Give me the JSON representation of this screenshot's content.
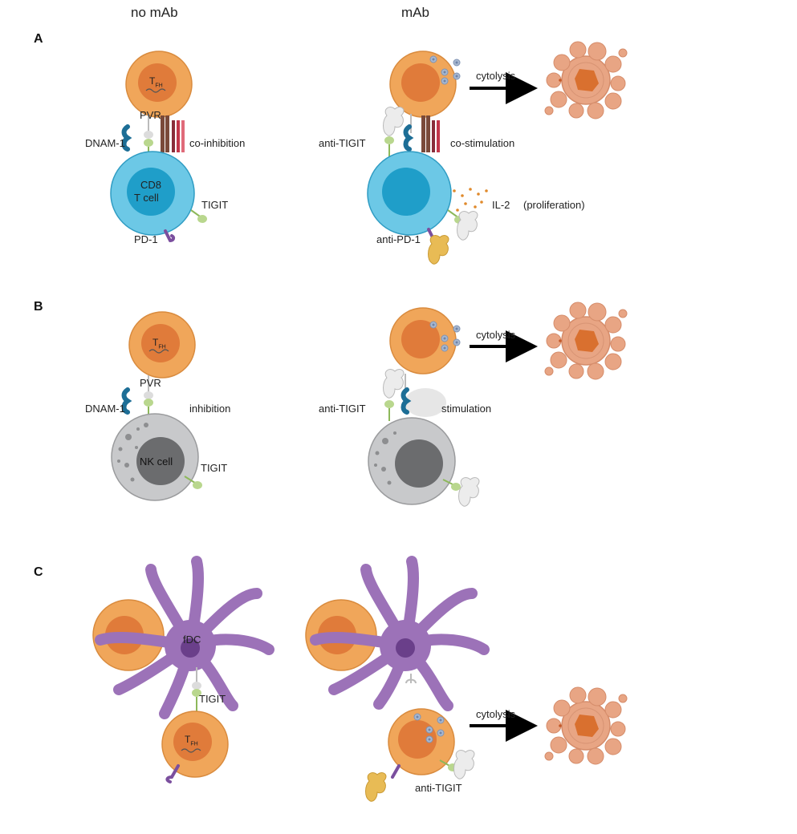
{
  "columns": {
    "left": "no mAb",
    "right": "mAb"
  },
  "panels": {
    "A": {
      "letter": "A",
      "tfh_main": "T",
      "tfh_sub": "FH",
      "pvr": "PVR",
      "dnam1": "DNAM-1",
      "co_inhibition": "co-inhibition",
      "cd8_line1": "CD8",
      "cd8_line2": "T cell",
      "tigit": "TIGIT",
      "pd1": "PD-1",
      "anti_tigit": "anti-TIGIT",
      "co_stimulation": "co-stimulation",
      "cytolysis": "cytolysis",
      "il2": "IL-2",
      "proliferation": "(proliferation)",
      "anti_pd1": "anti-PD-1"
    },
    "B": {
      "letter": "B",
      "tfh_main": "T",
      "tfh_sub": "FH",
      "pvr": "PVR",
      "dnam1": "DNAM-1",
      "inhibition": "inhibition",
      "nk_cell": "NK cell",
      "tigit": "TIGIT",
      "anti_tigit": "anti-TIGIT",
      "stimulation": "stimulation",
      "cytolysis": "cytolysis"
    },
    "C": {
      "letter": "C",
      "fdc": "fDC",
      "tigit": "TIGIT",
      "tfh_main": "T",
      "tfh_sub": "FH",
      "cytolysis": "cytolysis",
      "anti_tigit": "anti-TIGIT"
    }
  },
  "colors": {
    "tfh_cell": "#f0a65a",
    "tfh_nucleus": "#e07b3a",
    "cd8_cell": "#6cc8e6",
    "cd8_nucleus": "#1f9ec9",
    "nk_cell": "#c8c9cb",
    "nk_nucleus": "#6b6c6e",
    "fdc": "#9c72b8",
    "fdc_nucleus": "#6a3f8a",
    "dead_cell": "#e8a584",
    "tigit_green": "#8db85a",
    "dnam1_blue": "#1d6e96",
    "pd1_purple": "#7b4f9e",
    "antibody_grey": "#e6e6e6",
    "antibody_gold": "#e8bb55",
    "il2_dots": "#e08a2c",
    "arrow": "#000000"
  }
}
